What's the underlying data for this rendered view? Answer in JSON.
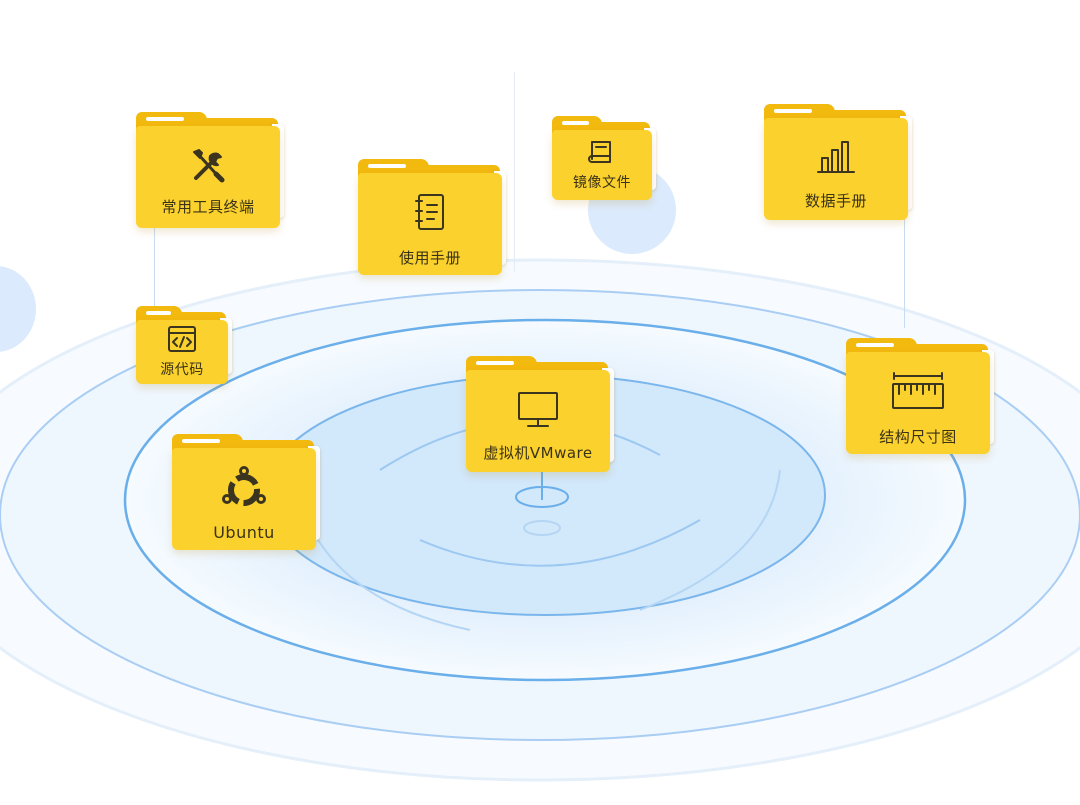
{
  "folders": [
    {
      "id": "tools",
      "label": "常用工具终端",
      "icon": "tools-icon"
    },
    {
      "id": "manual",
      "label": "使用手册",
      "icon": "notebook-icon"
    },
    {
      "id": "image",
      "label": "镜像文件",
      "icon": "book-icon"
    },
    {
      "id": "datasheet",
      "label": "数据手册",
      "icon": "bar-chart-icon"
    },
    {
      "id": "source",
      "label": "源代码",
      "icon": "code-icon"
    },
    {
      "id": "vmware",
      "label": "虚拟机VMware",
      "icon": "monitor-icon"
    },
    {
      "id": "dimension",
      "label": "结构尺寸图",
      "icon": "ruler-icon"
    },
    {
      "id": "ubuntu",
      "label": "Ubuntu",
      "icon": "ubuntu-icon"
    }
  ],
  "colors": {
    "folder_back": "#f2b90f",
    "folder_front": "#fbd12d",
    "ring_blue": "#5fa8ee",
    "decor_circle": "#dbeafc"
  }
}
